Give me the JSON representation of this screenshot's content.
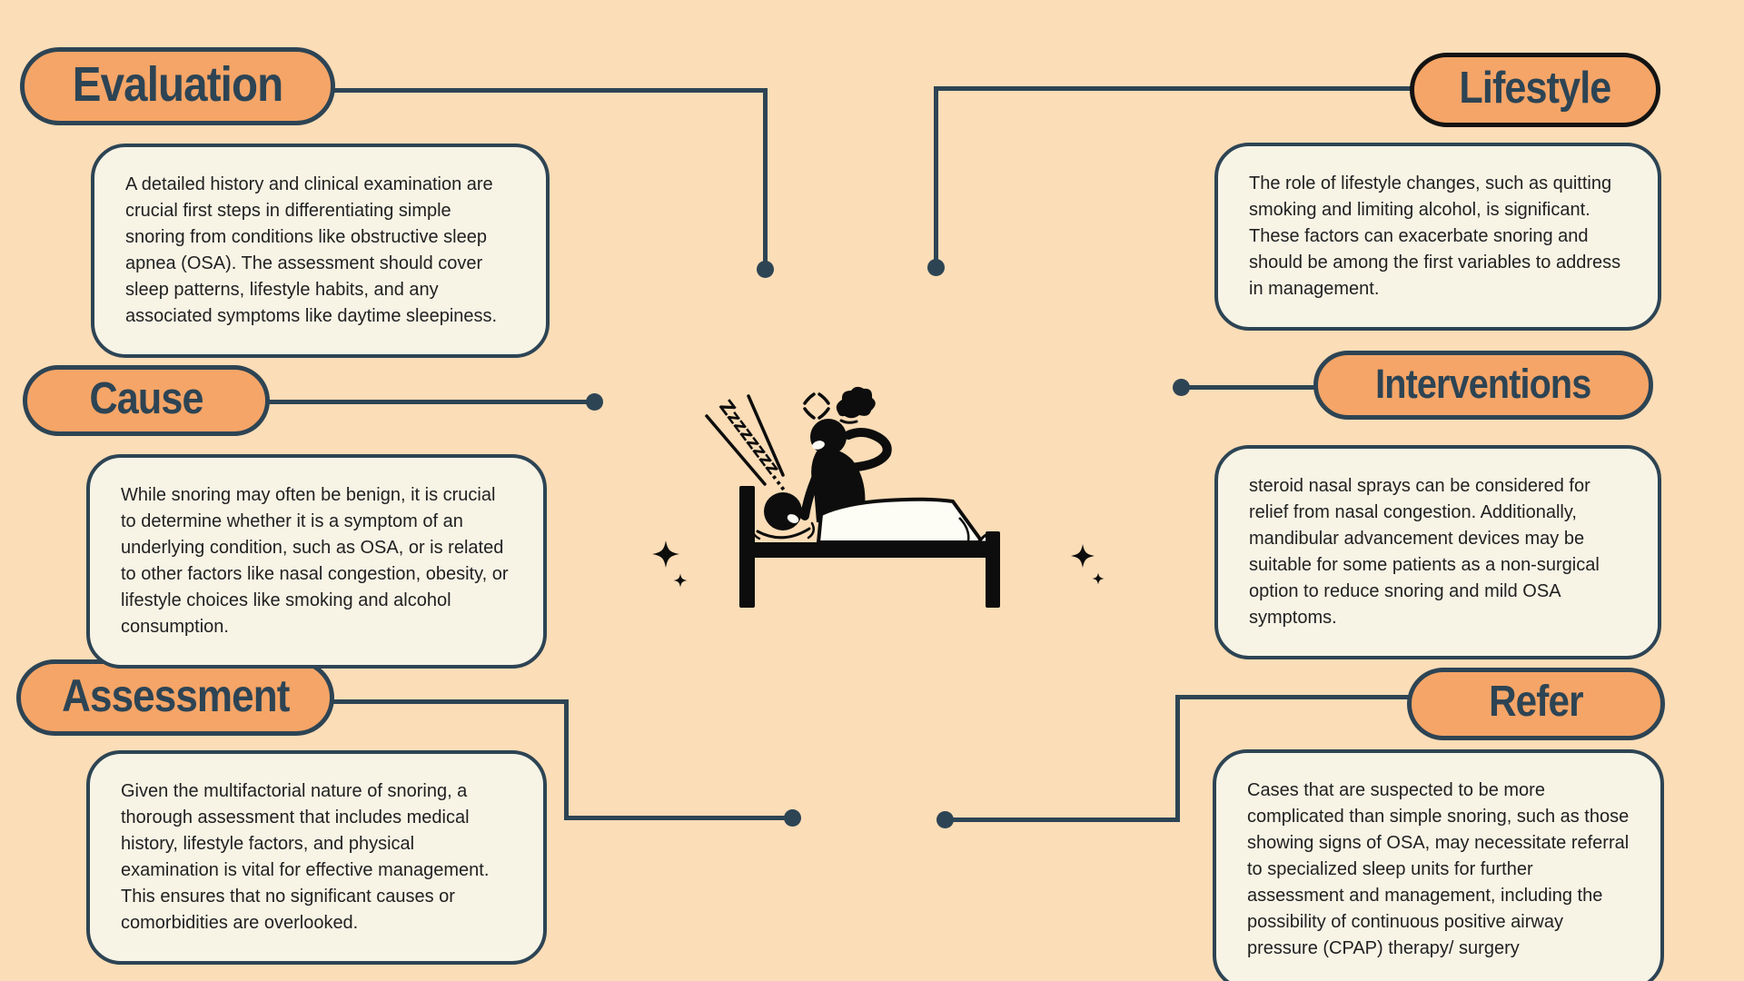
{
  "page": {
    "background_color": "#fbddb7",
    "accent_orange": "#f5a567",
    "accent_navy": "#2d4454",
    "note_background": "#f7f4e6",
    "lifestyle_pill_border": "#131313"
  },
  "sections": [
    {
      "id": "evaluation",
      "title": "Evaluation",
      "body": "A detailed history and clinical examination are crucial first steps in differentiating simple snoring from conditions like obstructive sleep apnea (OSA). The assessment should cover sleep patterns, lifestyle habits, and any associated symptoms like daytime sleepiness."
    },
    {
      "id": "lifestyle",
      "title": "Lifestyle",
      "body": "The role of lifestyle changes, such as quitting smoking and limiting alcohol, is significant. These factors can exacerbate snoring and should be among the first variables to address in management."
    },
    {
      "id": "cause",
      "title": "Cause",
      "body": "While snoring may often be benign, it is crucial to determine whether it is a symptom of an underlying condition, such as OSA, or is related to other factors like nasal congestion, obesity, or lifestyle choices like smoking and alcohol consumption."
    },
    {
      "id": "interventions",
      "title": "Interventions",
      "body": "steroid nasal sprays can be considered for relief from nasal congestion. Additionally, mandibular advancement devices may be suitable for some patients as a non-surgical option to reduce snoring and mild OSA symptoms."
    },
    {
      "id": "assessment",
      "title": "Assessment",
      "body": "Given the multifactorial nature of snoring, a thorough assessment that includes medical history, lifestyle factors, and physical examination is vital for effective management. This ensures that no significant causes or comorbidities are overlooked."
    },
    {
      "id": "refer",
      "title": "Refer",
      "body": "Cases that are suspected to be more complicated than simple snoring, such as those showing signs of OSA, may necessitate referral to specialized sleep units for further assessment and management, including the possibility of continuous positive airway pressure (CPAP) therapy/ surgery"
    }
  ],
  "illustration": {
    "name": "snoring-person-in-bed",
    "zzz_text": "Zzzzzzzz...",
    "icons": [
      "sparkle-icon",
      "anger-mark-icon",
      "steam-puff-icon",
      "bed-icon",
      "sleeping-person-icon",
      "annoyed-person-icon"
    ]
  }
}
